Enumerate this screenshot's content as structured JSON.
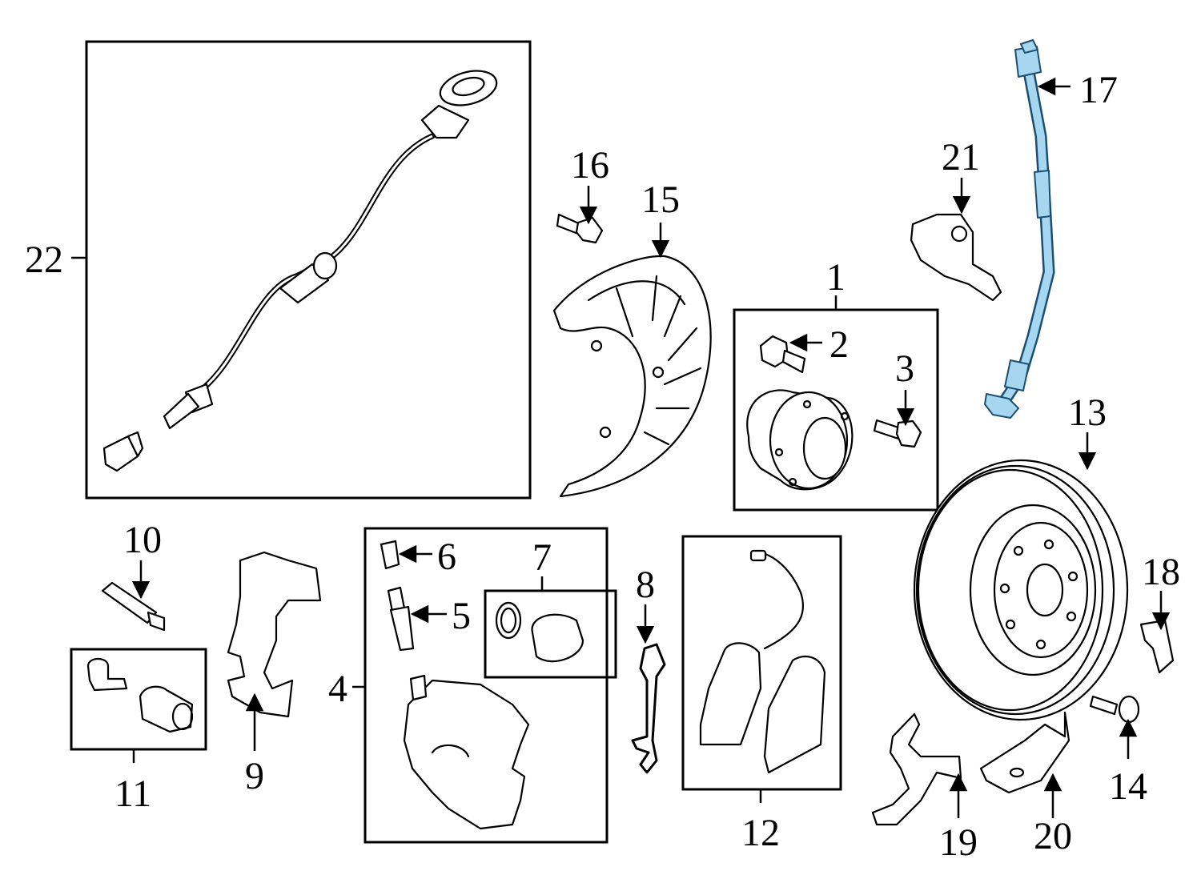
{
  "diagram": {
    "highlight_color": "#a7d7f0",
    "callouts": [
      {
        "id": "1",
        "label": "1"
      },
      {
        "id": "2",
        "label": "2"
      },
      {
        "id": "3",
        "label": "3"
      },
      {
        "id": "4",
        "label": "4"
      },
      {
        "id": "5",
        "label": "5"
      },
      {
        "id": "6",
        "label": "6"
      },
      {
        "id": "7",
        "label": "7"
      },
      {
        "id": "8",
        "label": "8"
      },
      {
        "id": "9",
        "label": "9"
      },
      {
        "id": "10",
        "label": "10"
      },
      {
        "id": "11",
        "label": "11"
      },
      {
        "id": "12",
        "label": "12"
      },
      {
        "id": "13",
        "label": "13"
      },
      {
        "id": "14",
        "label": "14"
      },
      {
        "id": "15",
        "label": "15"
      },
      {
        "id": "16",
        "label": "16"
      },
      {
        "id": "17",
        "label": "17",
        "highlighted": true
      },
      {
        "id": "18",
        "label": "18"
      },
      {
        "id": "19",
        "label": "19"
      },
      {
        "id": "20",
        "label": "20"
      },
      {
        "id": "21",
        "label": "21"
      },
      {
        "id": "22",
        "label": "22"
      }
    ]
  }
}
